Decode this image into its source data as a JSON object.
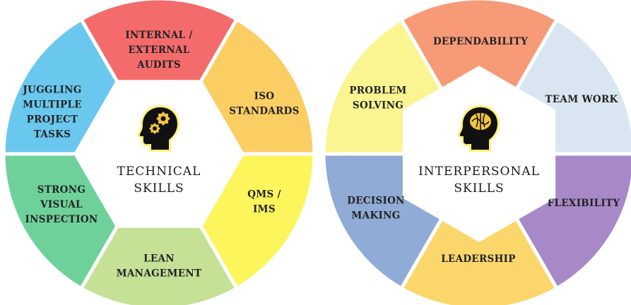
{
  "wheels": [
    {
      "center_title": [
        "TECHNICAL",
        "SKILLS"
      ],
      "icon": "head-with-gears-icon",
      "segments": [
        {
          "label": [
            "INTERNAL /",
            "EXTERNAL",
            "AUDITS"
          ],
          "color": "#f46b6b"
        },
        {
          "label": [
            "ISO",
            "STANDARDS"
          ],
          "color": "#fbce64"
        },
        {
          "label": [
            "QMS /",
            "IMS"
          ],
          "color": "#fcf65c"
        },
        {
          "label": [
            "LEAN",
            "MANAGEMENT"
          ],
          "color": "#c4e196"
        },
        {
          "label": [
            "STRONG",
            "VISUAL",
            "INSPECTION"
          ],
          "color": "#6ed19a"
        },
        {
          "label": [
            "JUGGLING",
            "MULTIPLE",
            "PROJECT",
            "TASKS"
          ],
          "color": "#6ac8ef"
        }
      ]
    },
    {
      "center_title": [
        "INTERPERSONAL",
        "SKILLS"
      ],
      "icon": "head-with-brain-icon",
      "segments": [
        {
          "label": [
            "DEPENDABILITY"
          ],
          "color": "#f79a77"
        },
        {
          "label": [
            "TEAM WORK"
          ],
          "color": "#d9e6f2"
        },
        {
          "label": [
            "FLEXIBILITY"
          ],
          "color": "#a889c8"
        },
        {
          "label": [
            "LEADERSHIP"
          ],
          "color": "#fbd66b"
        },
        {
          "label": [
            "DECISION",
            "MAKING"
          ],
          "color": "#8fabd6"
        },
        {
          "label": [
            "PROBLEM",
            "SOLVING"
          ],
          "color": "#faf591"
        }
      ]
    }
  ]
}
